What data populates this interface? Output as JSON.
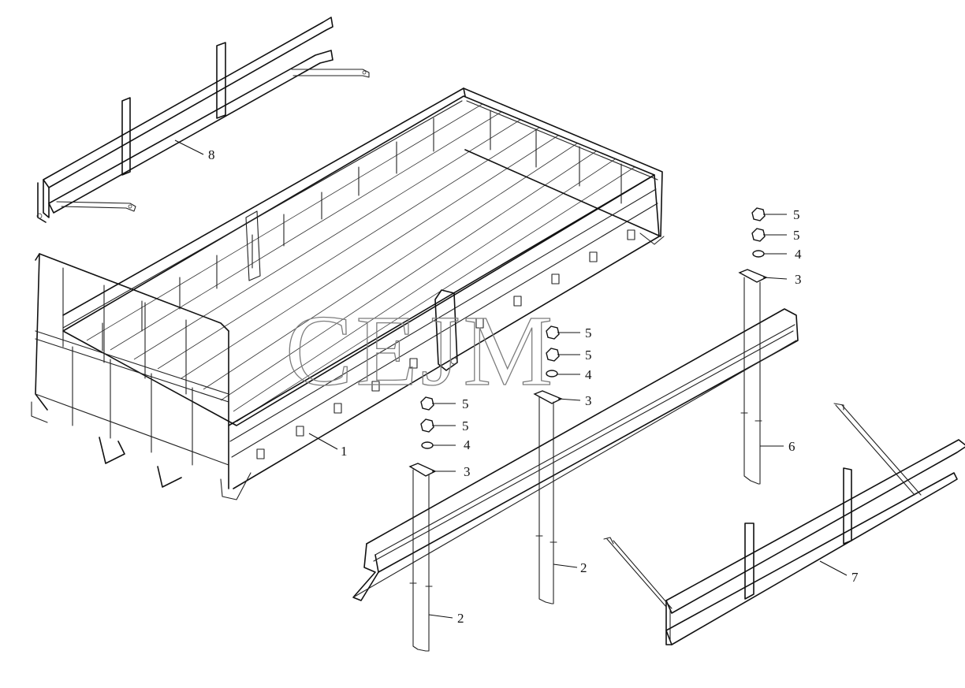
{
  "watermark": "CEJM",
  "callouts": [
    {
      "id": "c1",
      "text": "1"
    },
    {
      "id": "c2a",
      "text": "2"
    },
    {
      "id": "c2b",
      "text": "2"
    },
    {
      "id": "c3a",
      "text": "3"
    },
    {
      "id": "c3b",
      "text": "3"
    },
    {
      "id": "c3c",
      "text": "3"
    },
    {
      "id": "c4a",
      "text": "4"
    },
    {
      "id": "c4b",
      "text": "4"
    },
    {
      "id": "c4c",
      "text": "4"
    },
    {
      "id": "c5a",
      "text": "5"
    },
    {
      "id": "c5b",
      "text": "5"
    },
    {
      "id": "c5c",
      "text": "5"
    },
    {
      "id": "c5d",
      "text": "5"
    },
    {
      "id": "c5e",
      "text": "5"
    },
    {
      "id": "c5f",
      "text": "5"
    },
    {
      "id": "c6",
      "text": "6"
    },
    {
      "id": "c7",
      "text": "7"
    },
    {
      "id": "c8",
      "text": "8"
    }
  ]
}
